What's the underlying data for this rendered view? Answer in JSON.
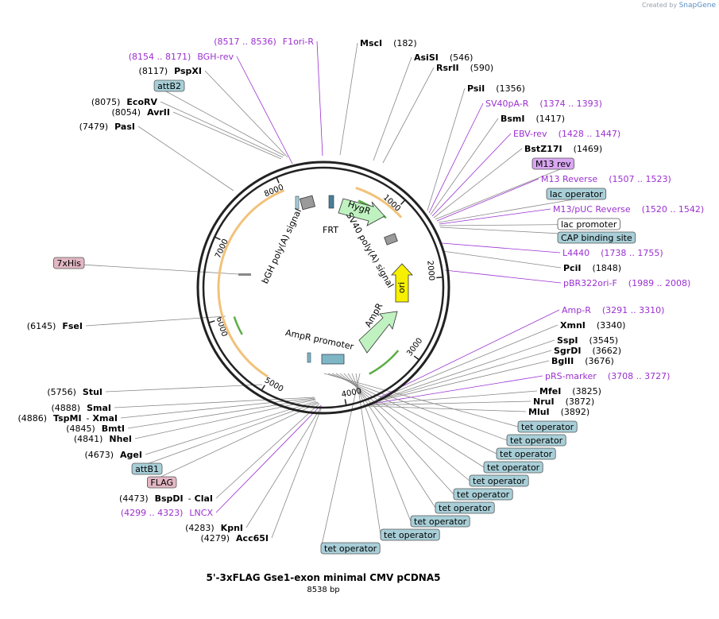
{
  "credit": {
    "prefix": "Created by",
    "brand": "SnapGene"
  },
  "title": "5'-3xFLAG Gse1-exon minimal CMV pCDNA5",
  "subtitle": "8538 bp",
  "colors": {
    "primer": "#9b30d0",
    "feature_blue": "#a8cfd8",
    "feature_pink": "#e2b7c4",
    "feature_purple": "#d9a7f2",
    "arc_orange": "#f2c27a",
    "arc_green": "#bff2c0",
    "ori_yellow": "#f6f000"
  },
  "ticks": [
    "1000",
    "2000",
    "3000",
    "4000",
    "5000",
    "6000",
    "7000",
    "8000"
  ],
  "map_labels": {
    "hygr": "HygR",
    "frt": "FRT",
    "sv40": "SV40 poly(A) signal",
    "bgh": "bGH poly(A) signal",
    "ampr_promoter": "AmpR promoter",
    "ampr": "AmpR",
    "ori": "ori"
  },
  "labels_left": [
    {
      "type": "primer",
      "range": "(8517 .. 8536)",
      "name": "F1ori-R"
    },
    {
      "type": "primer",
      "range": "(8154 .. 8171)",
      "name": "BGH-rev"
    },
    {
      "type": "site",
      "pos": "(8117)",
      "name": "PspXI"
    },
    {
      "type": "feature",
      "name": "attB2",
      "color": "blue"
    },
    {
      "type": "site",
      "pos": "(8075)",
      "name": "EcoRV"
    },
    {
      "type": "site",
      "pos": "(8054)",
      "name": "AvrII"
    },
    {
      "type": "site",
      "pos": "(7479)",
      "name": "PasI"
    },
    {
      "type": "feature",
      "name": "7xHis",
      "color": "pink"
    },
    {
      "type": "site",
      "pos": "(6145)",
      "name": "FseI"
    },
    {
      "type": "site",
      "pos": "(5756)",
      "name": "StuI"
    },
    {
      "type": "site",
      "pos": "(4888)",
      "name": "SmaI"
    },
    {
      "type": "site2",
      "pos": "(4886)",
      "name": "TspMI",
      "name2": "XmaI"
    },
    {
      "type": "site",
      "pos": "(4845)",
      "name": "BmtI"
    },
    {
      "type": "site",
      "pos": "(4841)",
      "name": "NheI"
    },
    {
      "type": "site",
      "pos": "(4673)",
      "name": "AgeI"
    },
    {
      "type": "feature",
      "name": "attB1",
      "color": "blue"
    },
    {
      "type": "feature",
      "name": "FLAG",
      "color": "pink"
    },
    {
      "type": "site2",
      "pos": "(4473)",
      "name": "BspDI",
      "name2": "ClaI"
    },
    {
      "type": "primer",
      "range": "(4299 .. 4323)",
      "name": "LNCX"
    },
    {
      "type": "site",
      "pos": "(4283)",
      "name": "KpnI"
    },
    {
      "type": "site",
      "pos": "(4279)",
      "name": "Acc65I"
    }
  ],
  "labels_right": [
    {
      "type": "site",
      "name": "MscI",
      "pos": "(182)"
    },
    {
      "type": "site",
      "name": "AsiSI",
      "pos": "(546)"
    },
    {
      "type": "site",
      "name": "RsrII",
      "pos": "(590)"
    },
    {
      "type": "site",
      "name": "PsiI",
      "pos": "(1356)"
    },
    {
      "type": "primer",
      "name": "SV40pA-R",
      "range": "(1374 .. 1393)"
    },
    {
      "type": "site",
      "name": "BsmI",
      "pos": "(1417)"
    },
    {
      "type": "primer",
      "name": "EBV-rev",
      "range": "(1428 .. 1447)"
    },
    {
      "type": "site",
      "name": "BstZ17I",
      "pos": "(1469)"
    },
    {
      "type": "feature",
      "name": "M13 rev",
      "color": "purple"
    },
    {
      "type": "primer",
      "name": "M13 Reverse",
      "range": "(1507 .. 1523)"
    },
    {
      "type": "feature",
      "name": "lac operator",
      "color": "blue"
    },
    {
      "type": "primer",
      "name": "M13/pUC Reverse",
      "range": "(1520 .. 1542)"
    },
    {
      "type": "feature",
      "name": "lac promoter",
      "color": "white"
    },
    {
      "type": "feature",
      "name": "CAP binding site",
      "color": "blue"
    },
    {
      "type": "primer",
      "name": "L4440",
      "range": "(1738 .. 1755)"
    },
    {
      "type": "site",
      "name": "PciI",
      "pos": "(1848)"
    },
    {
      "type": "primer",
      "name": "pBR322ori-F",
      "range": "(1989 .. 2008)"
    },
    {
      "type": "primer",
      "name": "Amp-R",
      "range": "(3291 .. 3310)"
    },
    {
      "type": "site",
      "name": "XmnI",
      "pos": "(3340)"
    },
    {
      "type": "site",
      "name": "SspI",
      "pos": "(3545)"
    },
    {
      "type": "site",
      "name": "SgrDI",
      "pos": "(3662)"
    },
    {
      "type": "site",
      "name": "BglII",
      "pos": "(3676)"
    },
    {
      "type": "primer",
      "name": "pRS-marker",
      "range": "(3708 .. 3727)"
    },
    {
      "type": "site",
      "name": "MfeI",
      "pos": "(3825)"
    },
    {
      "type": "site",
      "name": "NruI",
      "pos": "(3872)"
    },
    {
      "type": "site",
      "name": "MluI",
      "pos": "(3892)"
    }
  ],
  "tet_operators": [
    "tet operator",
    "tet operator",
    "tet operator",
    "tet operator",
    "tet operator",
    "tet operator",
    "tet operator",
    "tet operator",
    "tet operator",
    "tet operator"
  ]
}
